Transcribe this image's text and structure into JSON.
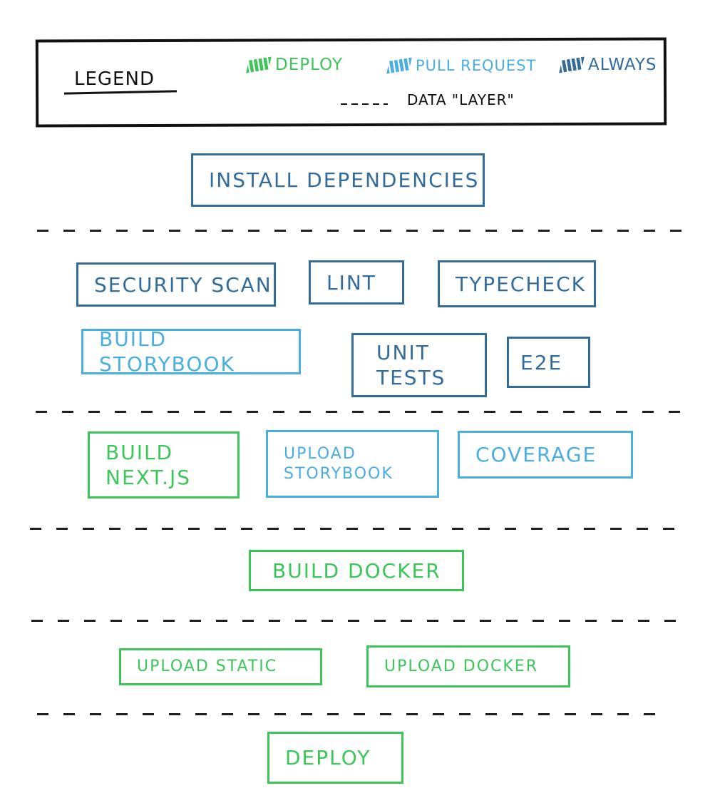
{
  "colors": {
    "deploy": "#3cc659",
    "pull_request": "#49aee0",
    "always": "#336c9a",
    "ink": "#111111"
  },
  "legend": {
    "title": "LEGEND",
    "items": [
      {
        "label": "DEPLOY",
        "color": "#3cc659"
      },
      {
        "label": "PULL REQUEST",
        "color": "#49aee0"
      },
      {
        "label": "ALWAYS",
        "color": "#336c9a"
      }
    ],
    "dashed_label": "DATA \"LAYER\""
  },
  "nodes": {
    "install_dependencies": {
      "label": "INSTALL DEPENDENCIES",
      "category": "always"
    },
    "security_scan": {
      "label": "SECURITY SCAN",
      "category": "always"
    },
    "lint": {
      "label": "LINT",
      "category": "always"
    },
    "typecheck": {
      "label": "TYPECHECK",
      "category": "always"
    },
    "build_storybook": {
      "label": "BUILD STORYBOOK",
      "category": "pull_request"
    },
    "unit_tests": {
      "label": "UNIT\nTESTS",
      "category": "always"
    },
    "e2e": {
      "label": "E2E",
      "category": "always"
    },
    "build_nextjs": {
      "label": "BUILD\n NEXT.JS",
      "category": "deploy"
    },
    "upload_storybook": {
      "label": "UPLOAD\n STORYBOOK",
      "category": "pull_request"
    },
    "coverage": {
      "label": "COVERAGE",
      "category": "pull_request"
    },
    "build_docker": {
      "label": "BUILD DOCKER",
      "category": "deploy"
    },
    "upload_static": {
      "label": "UPLOAD STATIC",
      "category": "deploy"
    },
    "upload_docker": {
      "label": "UPLOAD DOCKER",
      "category": "deploy"
    },
    "deploy": {
      "label": "DEPLOY",
      "category": "deploy"
    }
  }
}
